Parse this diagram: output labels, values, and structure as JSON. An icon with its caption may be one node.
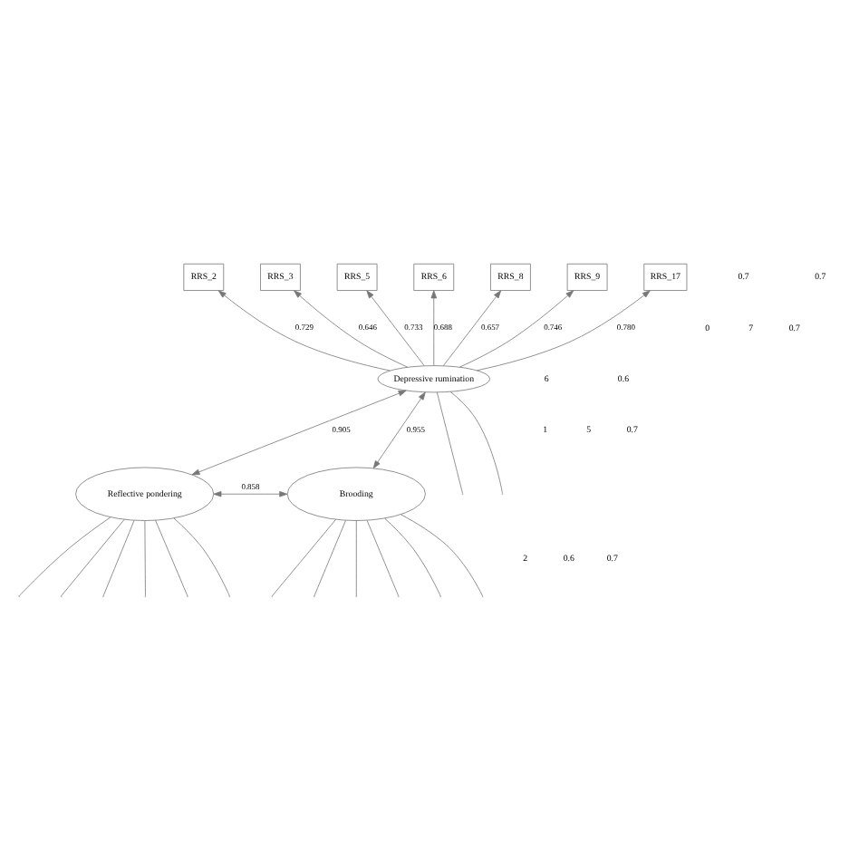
{
  "diagram": {
    "nodes": [
      {
        "text": [
          "Depressive rumination"
        ]
      },
      {
        "text": [
          "Reflective pondering"
        ]
      },
      {
        "text": [
          "Brooding"
        ]
      },
      {
        "text": [
          "RRS_2"
        ]
      },
      {
        "text": [
          "RRS_3"
        ]
      },
      {
        "text": [
          "RRS_5"
        ]
      },
      {
        "text": [
          "RRS_6"
        ]
      },
      {
        "text": [
          "RRS_8"
        ]
      },
      {
        "text": [
          "RRS_9"
        ]
      },
      {
        "text": [
          "RRS_17"
        ]
      }
    ],
    "edges": [
      {
        "from": 0,
        "to": null,
        "arrow": "none"
      },
      {
        "from": 0,
        "to": 3,
        "arrow": "to",
        "label": "0.729"
      },
      {
        "from": 0,
        "to": 4,
        "arrow": "to",
        "label": "0.646"
      },
      {
        "from": 0,
        "to": 5,
        "arrow": "to",
        "label": "0.733"
      },
      {
        "from": 0,
        "to": 6,
        "arrow": "to",
        "label": "0.688"
      },
      {
        "from": 0,
        "to": 7,
        "arrow": "to",
        "label": "0.657"
      },
      {
        "from": 0,
        "to": 8,
        "arrow": "to",
        "label": "0.746"
      },
      {
        "from": 0,
        "to": 9,
        "arrow": "to",
        "label": "0.780"
      },
      {
        "from": 0,
        "to": null,
        "arrow": "none"
      },
      {
        "from": 0,
        "to": 1,
        "arrow": "both",
        "label": "0.905"
      },
      {
        "from": 0,
        "to": 2,
        "arrow": "both",
        "label": "0.955"
      },
      {
        "from": 1,
        "to": 2,
        "arrow": "both",
        "label": "0.858"
      },
      {
        "from": 1,
        "to": null,
        "arrow": "none"
      },
      {
        "from": 1,
        "to": null,
        "arrow": "none"
      },
      {
        "from": 1,
        "to": null,
        "arrow": "none"
      },
      {
        "from": 1,
        "to": null,
        "arrow": "none"
      },
      {
        "from": 1,
        "to": null,
        "arrow": "none"
      },
      {
        "from": 1,
        "to": null,
        "arrow": "none"
      },
      {
        "from": 2,
        "to": null,
        "arrow": "none"
      },
      {
        "from": 2,
        "to": null,
        "arrow": "none"
      },
      {
        "from": 2,
        "to": null,
        "arrow": "none"
      },
      {
        "from": 2,
        "to": null,
        "arrow": "none"
      },
      {
        "from": 2,
        "to": null,
        "arrow": "none"
      },
      {
        "from": 2,
        "to": null,
        "arrow": "none"
      }
    ],
    "labels": [
      "0",
      "1",
      "2",
      "7",
      "6",
      "5",
      "0.6",
      "0.7",
      "0.6",
      "0.7",
      "0.7",
      "0.7",
      "0.7"
    ]
  }
}
